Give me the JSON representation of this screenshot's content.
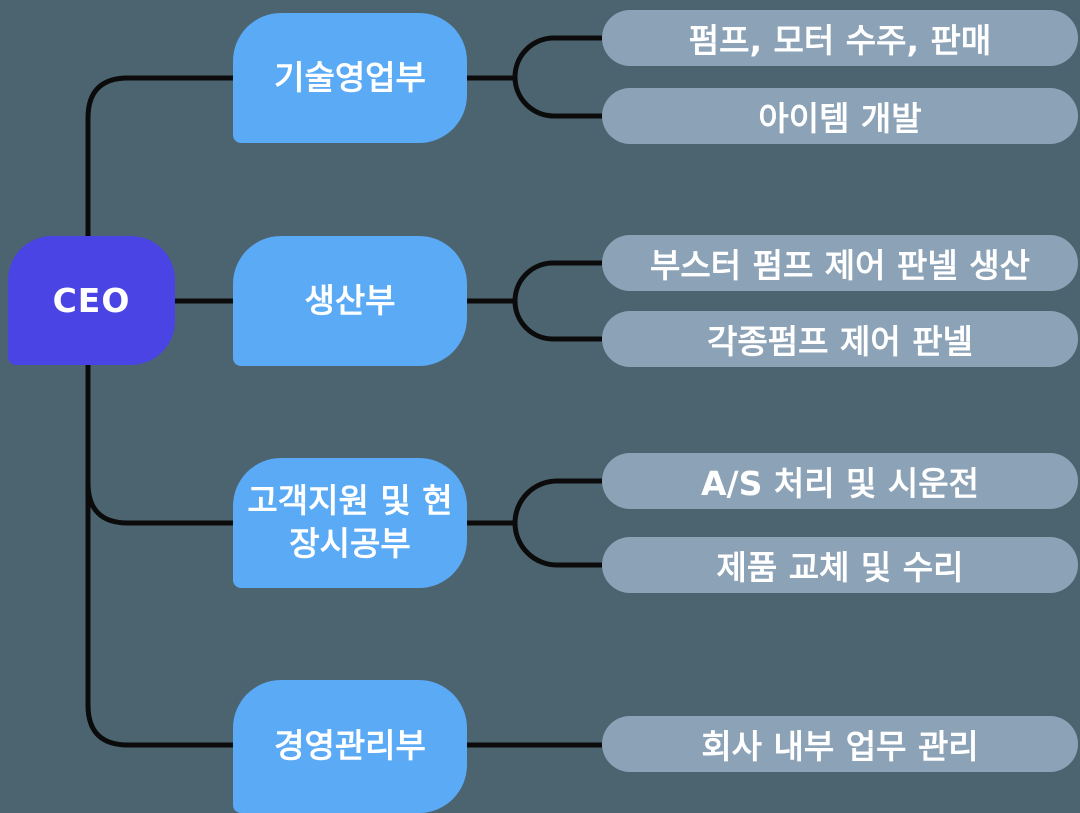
{
  "colors": {
    "background": "#4C6470",
    "ceo_fill": "#4A44E4",
    "department_fill": "#5AAAF6",
    "task_fill": "#8CA2B6",
    "connector_line": "#0B0B0B",
    "text": "#FFFFFF"
  },
  "org_chart": {
    "root": {
      "label": "CEO"
    },
    "departments": [
      {
        "label": "기술영업부",
        "tasks": [
          "펌프, 모터 수주, 판매",
          "아이템 개발"
        ]
      },
      {
        "label": "생산부",
        "tasks": [
          "부스터 펌프 제어 판넬 생산",
          "각종펌프 제어 판넬"
        ]
      },
      {
        "label": "고객지원 및 현장시공부",
        "tasks": [
          "A/S 처리 및 시운전",
          "제품 교체 및 수리"
        ]
      },
      {
        "label": "경영관리부",
        "tasks": [
          "회사 내부 업무 관리"
        ]
      }
    ]
  }
}
